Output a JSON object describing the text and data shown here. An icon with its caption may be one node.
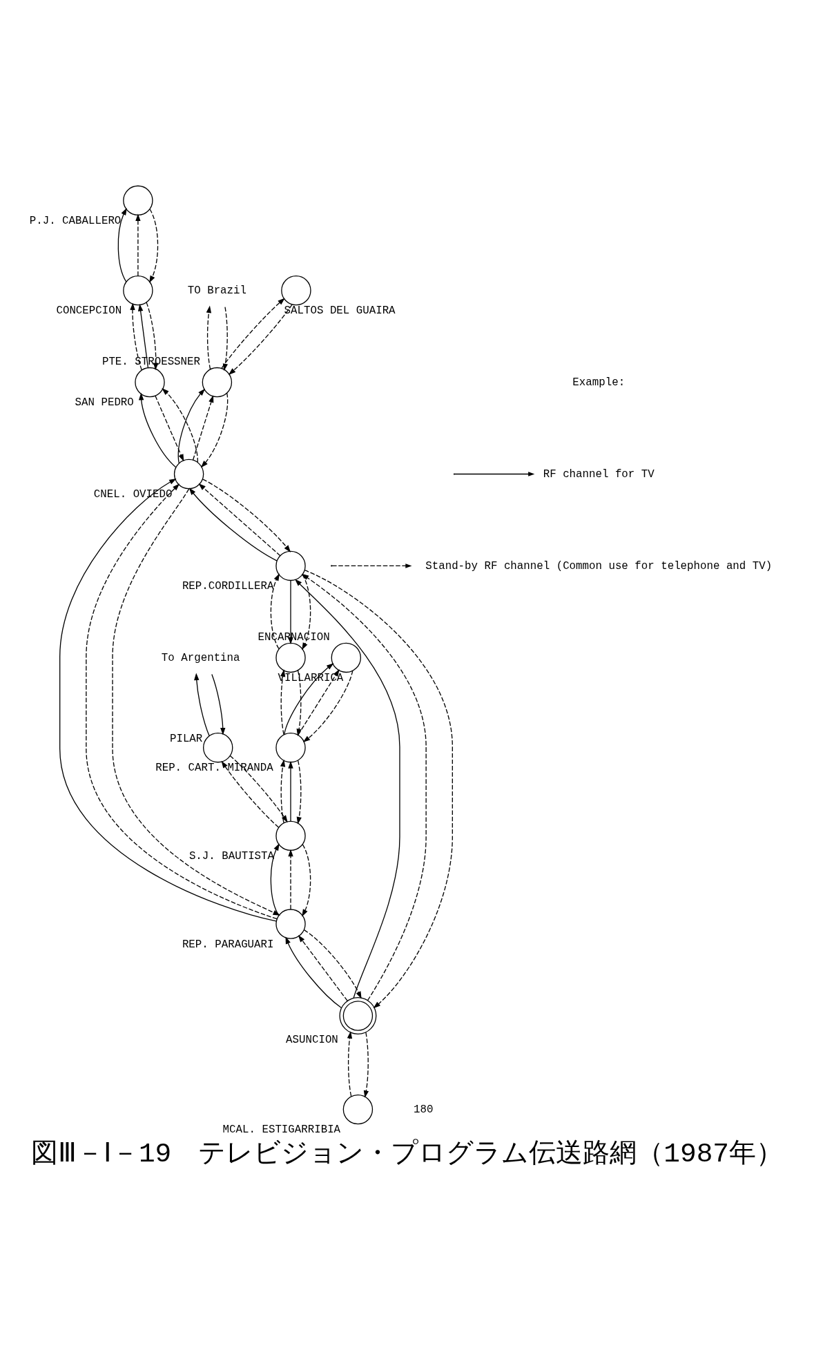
{
  "diagram": {
    "caption": "図Ⅲ－Ⅰ－19　テレビジョン・プログラム伝送路網（1987年）",
    "nodes": [
      {
        "text": [
          "MCAL. ESTIGARRIBIA"
        ]
      },
      {
        "text": [
          "ASUNCION"
        ]
      },
      {
        "text": [
          "REP.CORDILLERA"
        ]
      },
      {
        "text": [
          "REP. PARAGUARI"
        ]
      },
      {
        "text": [
          "CONCEPCION"
        ]
      },
      {
        "text": [
          "SAN PEDRO"
        ]
      },
      {
        "text": [
          "CNEL. OVIEDO"
        ]
      },
      {
        "text": [
          "VILLARRICA"
        ]
      },
      {
        "text": [
          "P.J. CABALLERO"
        ]
      },
      {
        "text": [
          "SALTOS DEL GUAIRA"
        ]
      },
      {
        "text": [
          "PTE. STROESSNER"
        ]
      },
      {
        "text": [
          "REP. CART. MIRANDA"
        ]
      },
      {
        "text": [
          "S.J. BAUTISTA"
        ]
      },
      {
        "text": [
          "ENCARNACION"
        ]
      },
      {
        "text": [
          "PILAR"
        ]
      },
      {
        "text": [
          "TO Brazil"
        ]
      },
      {
        "text": [
          "To Argentina"
        ]
      }
    ],
    "edges": [
      {
        "from": 0,
        "to": 1,
        "arrow": "to",
        "style": "dashed"
      },
      {
        "from": 1,
        "to": 0,
        "arrow": "to",
        "style": "dashed"
      },
      {
        "from": 1,
        "to": 2,
        "arrow": "to"
      },
      {
        "from": 1,
        "to": 2,
        "arrow": "to",
        "style": "dashed"
      },
      {
        "from": 2,
        "to": 1,
        "arrow": "to",
        "style": "dashed"
      },
      {
        "from": 1,
        "to": 3,
        "arrow": "to"
      },
      {
        "from": 1,
        "to": 3,
        "arrow": "to",
        "style": "dashed"
      },
      {
        "from": 3,
        "to": 1,
        "arrow": "to",
        "style": "dashed"
      },
      {
        "from": 2,
        "to": 6,
        "arrow": "to"
      },
      {
        "from": 2,
        "to": 6,
        "arrow": "to",
        "style": "dashed"
      },
      {
        "from": 6,
        "to": 2,
        "arrow": "to",
        "style": "dashed"
      },
      {
        "from": 3,
        "to": 6,
        "arrow": "to"
      },
      {
        "from": 3,
        "to": 6,
        "arrow": "to",
        "style": "dashed"
      },
      {
        "from": 6,
        "to": 3,
        "arrow": "to",
        "style": "dashed"
      },
      {
        "from": 2,
        "to": 7,
        "arrow": "to"
      },
      {
        "from": 2,
        "to": 7,
        "arrow": "to",
        "style": "dashed"
      },
      {
        "from": 7,
        "to": 2,
        "arrow": "to",
        "style": "dashed"
      },
      {
        "from": 6,
        "to": 5,
        "arrow": "to"
      },
      {
        "from": 5,
        "to": 6,
        "arrow": "to",
        "style": "dashed"
      },
      {
        "from": 6,
        "to": 5,
        "arrow": "to",
        "style": "dashed"
      },
      {
        "from": 5,
        "to": 4,
        "arrow": "to"
      },
      {
        "from": 4,
        "to": 5,
        "arrow": "to",
        "style": "dashed"
      },
      {
        "from": 5,
        "to": 4,
        "arrow": "to",
        "style": "dashed"
      },
      {
        "from": 4,
        "to": 8,
        "arrow": "to"
      },
      {
        "from": 4,
        "to": 8,
        "arrow": "to",
        "style": "dashed"
      },
      {
        "from": 8,
        "to": 4,
        "arrow": "to",
        "style": "dashed"
      },
      {
        "from": 6,
        "to": 10,
        "arrow": "to"
      },
      {
        "from": 6,
        "to": 10,
        "arrow": "to",
        "style": "dashed"
      },
      {
        "from": 10,
        "to": 6,
        "arrow": "to",
        "style": "dashed"
      },
      {
        "from": 9,
        "to": 10,
        "arrow": "to",
        "style": "dashed"
      },
      {
        "from": 10,
        "to": 9,
        "arrow": "to",
        "style": "dashed"
      },
      {
        "from": 10,
        "to": 15,
        "arrow": "to",
        "style": "dashed"
      },
      {
        "from": 15,
        "to": 10,
        "arrow": "to",
        "style": "dashed"
      },
      {
        "from": 7,
        "to": 11,
        "arrow": "to",
        "style": "dashed"
      },
      {
        "from": 11,
        "to": 7,
        "arrow": "to",
        "style": "dashed"
      },
      {
        "from": 3,
        "to": 12,
        "arrow": "to"
      },
      {
        "from": 3,
        "to": 12,
        "arrow": "to",
        "style": "dashed"
      },
      {
        "from": 12,
        "to": 3,
        "arrow": "to",
        "style": "dashed"
      },
      {
        "from": 12,
        "to": 11,
        "arrow": "to"
      },
      {
        "from": 12,
        "to": 11,
        "arrow": "to",
        "style": "dashed"
      },
      {
        "from": 11,
        "to": 12,
        "arrow": "to",
        "style": "dashed"
      },
      {
        "from": 11,
        "to": 13,
        "arrow": "to"
      },
      {
        "from": 11,
        "to": 13,
        "arrow": "to",
        "style": "dashed"
      },
      {
        "from": 13,
        "to": 11,
        "arrow": "to",
        "style": "dashed"
      },
      {
        "from": 12,
        "to": 14,
        "arrow": "to",
        "style": "dashed"
      },
      {
        "from": 14,
        "to": 12,
        "arrow": "to",
        "style": "dashed"
      },
      {
        "from": 14,
        "to": 16,
        "arrow": "to"
      },
      {
        "from": 16,
        "to": 14,
        "arrow": "to"
      }
    ],
    "labels": [
      "Example:",
      "180"
    ],
    "legend": [
      {
        "text": "RF channel for TV"
      },
      {
        "text": "Stand-by RF channel (Common use for telephone and TV)"
      }
    ]
  }
}
